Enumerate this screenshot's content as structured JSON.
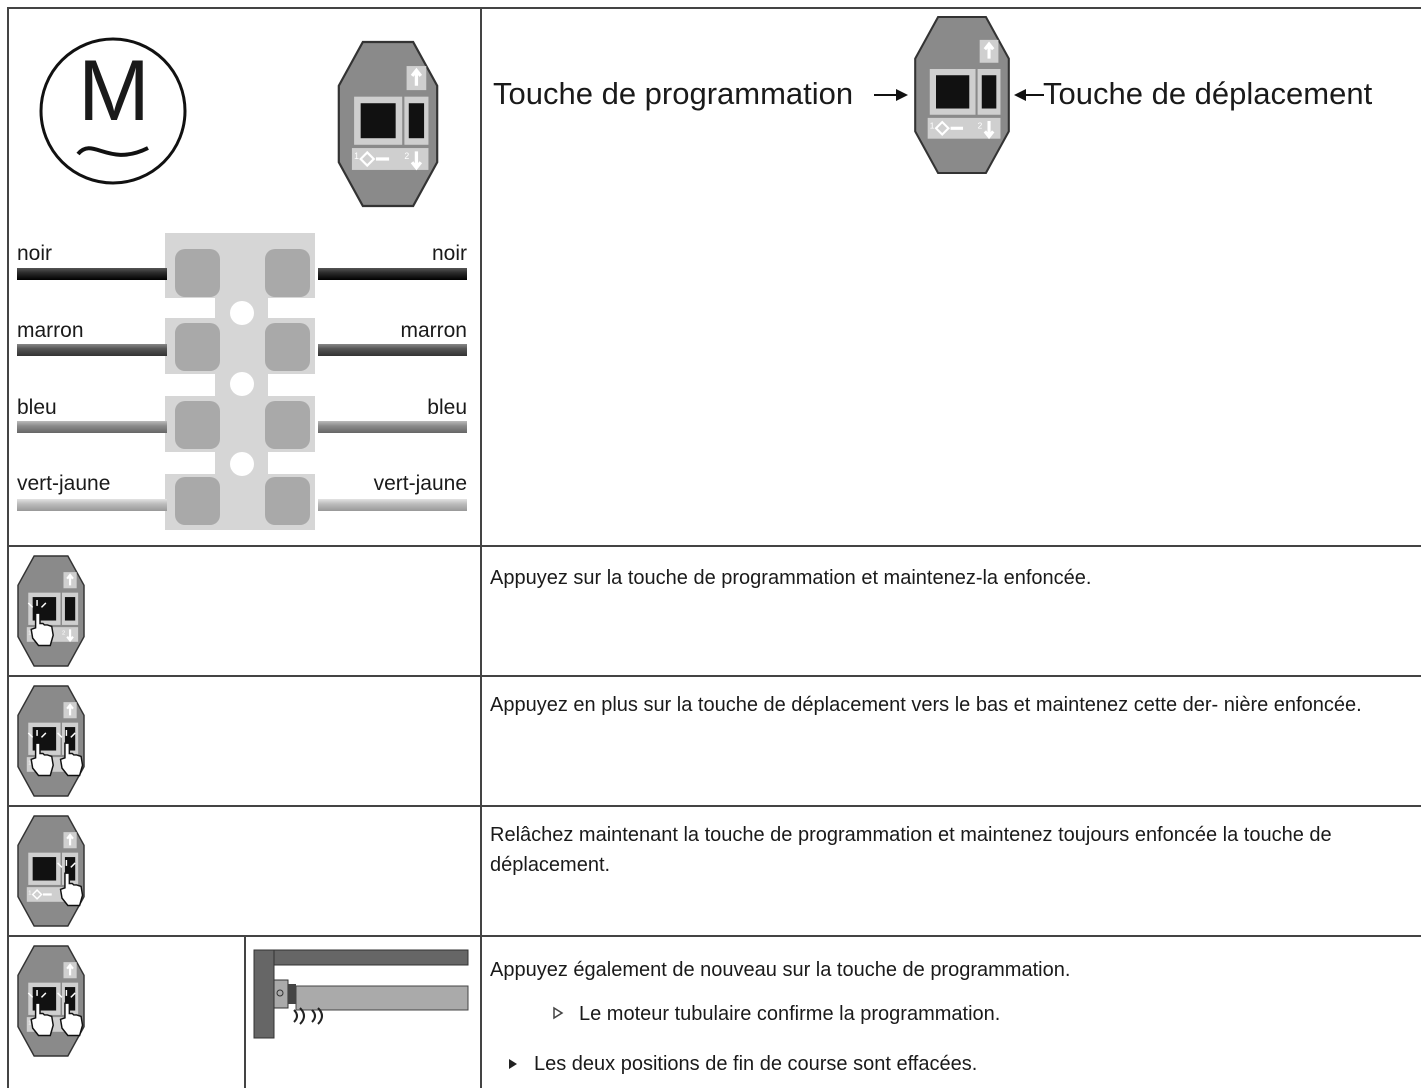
{
  "motor_symbol": {
    "letter": "M"
  },
  "control_legend": {
    "programming_key": "Touche de programmation",
    "travel_key": "Touche de déplacement"
  },
  "wires": {
    "left": [
      "noir",
      "marron",
      "bleu",
      "vert-jaune"
    ],
    "right": [
      "noir",
      "marron",
      "bleu",
      "vert-jaune"
    ],
    "colors": [
      "#2b2b2b",
      "#555555",
      "#8c8c8c",
      "#bdbdbd"
    ]
  },
  "steps": [
    {
      "text": "Appuyez sur la touche de programmation et maintenez-la enfoncée."
    },
    {
      "text": "Appuyez en plus sur la touche de déplacement vers le bas et maintenez cette der- nière enfoncée."
    },
    {
      "text": "Relâchez maintenant la touche de programmation et maintenez toujours enfoncée la touche de déplacement."
    },
    {
      "text": "Appuyez également de nouveau sur la touche de programmation.",
      "result": "Le moteur tubulaire confirme la programmation.",
      "outcome": "Les deux positions de fin de course sont effacées."
    }
  ],
  "colors": {
    "housing": "#8a8a8a",
    "key": "#111111",
    "terminal": "#d6d6d6",
    "terminal_slot": "#a9a9a9"
  }
}
